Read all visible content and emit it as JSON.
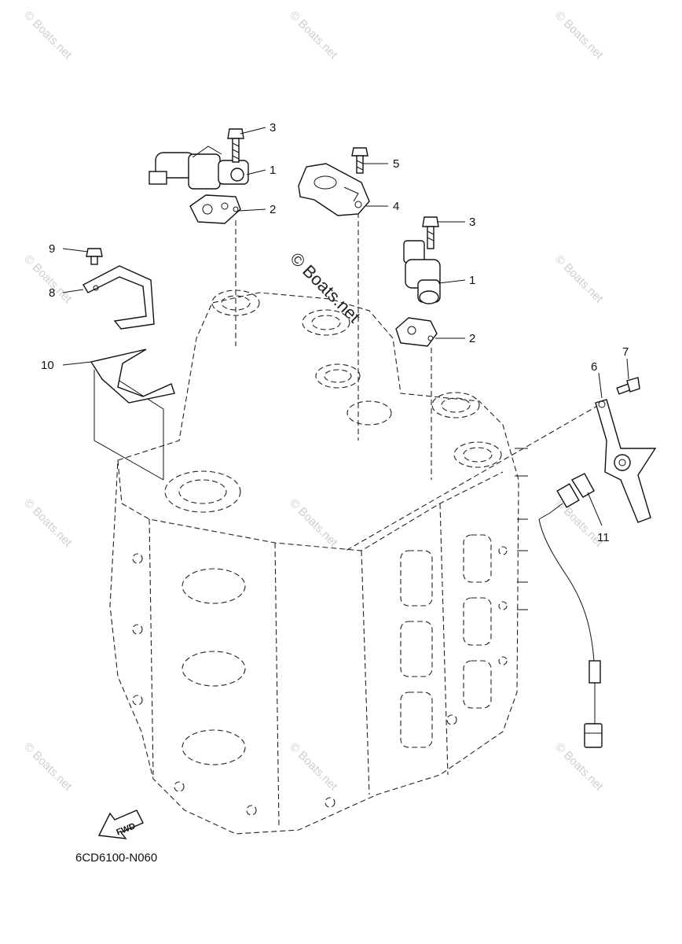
{
  "diagram": {
    "code": "6CD6100-N060",
    "fwd_label": "FWD",
    "watermark_small": "© Boats.net",
    "watermark_big": "© Boats.net",
    "callouts": {
      "c1a": "1",
      "c1b": "1",
      "c2a": "2",
      "c2b": "2",
      "c3a": "3",
      "c3b": "3",
      "c4": "4",
      "c5": "5",
      "c6": "6",
      "c7": "7",
      "c8": "8",
      "c9": "9",
      "c10": "10",
      "c11": "11"
    }
  }
}
